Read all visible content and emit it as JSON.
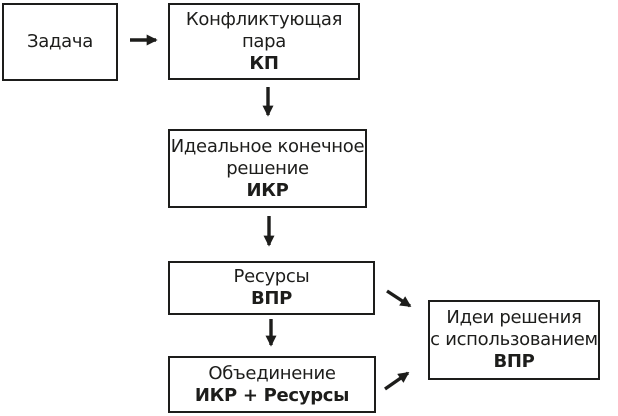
{
  "colors": {
    "line": "#1d1d1b",
    "background": "#ffffff"
  },
  "nodes": {
    "task": {
      "line1": "Задача"
    },
    "conflicting_pair": {
      "line1": "Конфликтующая",
      "line2": "пара",
      "abbr": "КП"
    },
    "ideal_final_result": {
      "line1": "Идеальное конечное",
      "line2": "решение",
      "abbr": "ИКР"
    },
    "resources": {
      "line1": "Ресурсы",
      "abbr": "ВПР"
    },
    "combination": {
      "line1": "Объединение",
      "abbr": "ИКР + Ресурсы"
    },
    "solution_ideas": {
      "line1": "Идеи решения",
      "line2": "с использованием",
      "abbr": "ВПР"
    }
  }
}
